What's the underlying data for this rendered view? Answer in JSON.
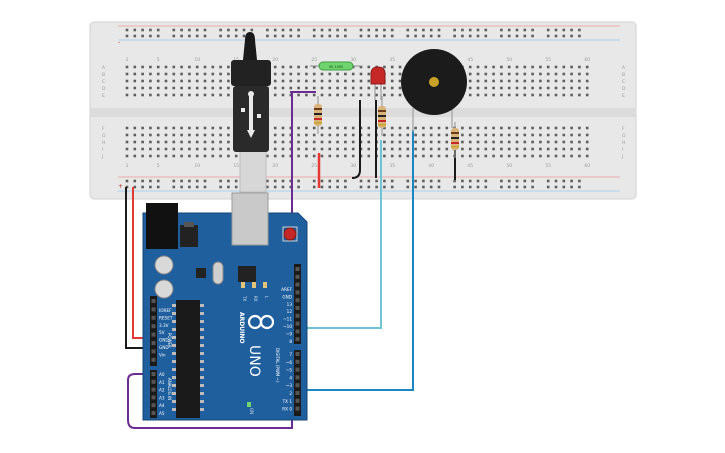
{
  "breadboard": {
    "top_columns": [
      "1",
      "5",
      "10",
      "15",
      "20",
      "25",
      "30",
      "35",
      "40",
      "45",
      "50",
      "55",
      "60"
    ],
    "bottom_columns": [
      "1",
      "5",
      "10",
      "15",
      "20",
      "25",
      "30",
      "35",
      "40",
      "45",
      "50",
      "55",
      "60"
    ],
    "rows_top": [
      "A",
      "B",
      "C",
      "D",
      "E"
    ],
    "rows_bottom": [
      "F",
      "G",
      "H",
      "I",
      "J"
    ],
    "rail_minus": "-",
    "rail_plus": "+"
  },
  "components": {
    "photoresistor_label": "5K 1000",
    "led_color": "#c62828",
    "buzzer_color": "#1b1b1b"
  },
  "arduino": {
    "brand": "ARDUINO",
    "model": "UNO",
    "power_pins": [
      "IOREF",
      "RESET",
      "3.3V",
      "5V",
      "GND",
      "GND",
      "Vin"
    ],
    "power_header": "POWER",
    "analog_pins": [
      "A0",
      "A1",
      "A2",
      "A3",
      "A4",
      "A5"
    ],
    "analog_header": "ANALOG IN",
    "digital_top": [
      "AREF",
      "GND",
      "13",
      "12",
      "~11",
      "~10",
      "~9",
      "8"
    ],
    "digital_bottom": [
      "7",
      "~6",
      "~5",
      "4",
      "~3",
      "2",
      "TX 1",
      "RX 0"
    ],
    "digital_header": "DIGITAL (PWM ~)",
    "led_labels": [
      "TX",
      "RX",
      "L"
    ],
    "on_label": "ON",
    "board_color": "#1f5f9e"
  },
  "wires": {
    "purple": "#6a2c91",
    "cyan": "#6fc3d6",
    "blue": "#1b86c4",
    "red": "#e53935",
    "black": "#1a1a1a"
  }
}
